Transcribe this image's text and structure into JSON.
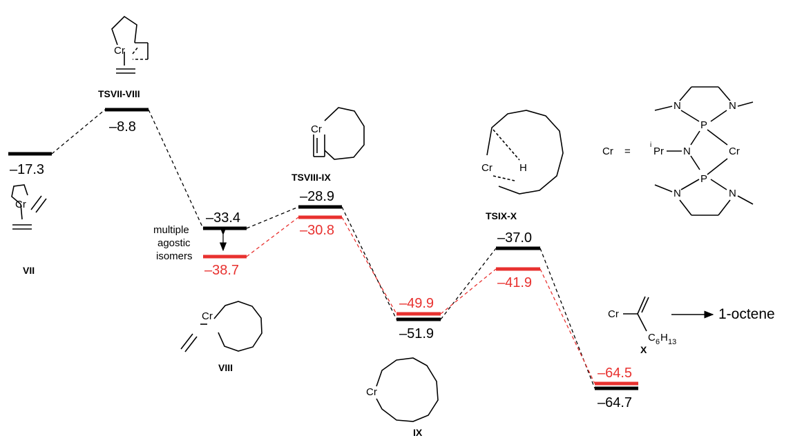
{
  "energies": {
    "vii": "–17.3",
    "tsvii_viii": "–8.8",
    "viii_black": "–33.4",
    "viii_red": "–38.7",
    "tsviii_ix_black": "–28.9",
    "tsviii_ix_red": "–30.8",
    "ix_red": "–49.9",
    "ix_black": "–51.9",
    "tsix_x_black": "–37.0",
    "tsix_x_red": "–41.9",
    "x_red": "–64.5",
    "x_black": "–64.7"
  },
  "labels": {
    "vii": "VII",
    "tsvii_viii": "TSVII-VIII",
    "viii": "VIII",
    "tsviii_ix": "TSVIII-IX",
    "ix": "IX",
    "tsix_x": "TSIX-X",
    "x": "X",
    "agostic_1": "multiple",
    "agostic_2": "agostic",
    "agostic_3": "isomers",
    "product": "1-octene"
  },
  "atoms": {
    "cr": "Cr",
    "h": "H",
    "p": "P",
    "n": "N",
    "ipr_sup": "i",
    "ipr": "Pr",
    "equals": "=",
    "c6": "C",
    "c6_sub": "6",
    "h13": "H",
    "h13_sub": "13"
  },
  "colors": {
    "black": "#000000",
    "red": "#e8312f"
  }
}
